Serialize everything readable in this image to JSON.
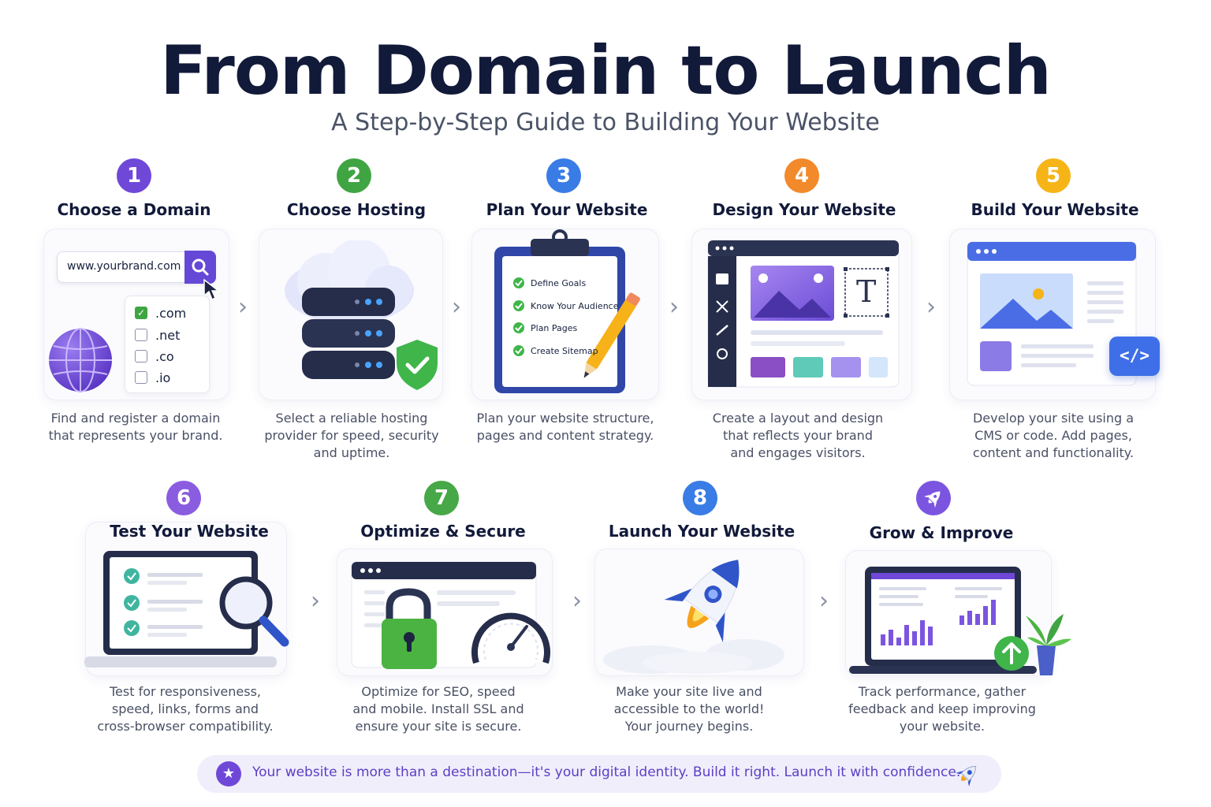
{
  "title": "From Domain to Launch",
  "subtitle": "A Step-by-Step Guide to Building Your Website",
  "colors": {
    "step1": "#6f48d8",
    "step2": "#3fa543",
    "step3": "#3a7ce6",
    "step4": "#f2892a",
    "step5": "#f6b417",
    "step6": "#8a5ce0",
    "step7": "#47a847",
    "step8": "#3a7ce6",
    "step9": "#7b55e0"
  },
  "steps": [
    {
      "number": "1",
      "title": "Choose a Domain",
      "desc": [
        "Find and register a domain",
        "that represents your brand."
      ]
    },
    {
      "number": "2",
      "title": "Choose Hosting",
      "desc": [
        "Select a reliable hosting",
        "provider for speed, security",
        "and uptime."
      ]
    },
    {
      "number": "3",
      "title": "Plan Your Website",
      "desc": [
        "Plan your website structure,",
        "pages and content strategy."
      ]
    },
    {
      "number": "4",
      "title": "Design Your Website",
      "desc": [
        "Create a layout and design",
        "that reflects your brand",
        "and engages visitors."
      ]
    },
    {
      "number": "5",
      "title": "Build Your Website",
      "desc": [
        "Develop your site using a",
        "CMS or code. Add pages,",
        "content and functionality."
      ]
    },
    {
      "number": "6",
      "title": "Test Your Website",
      "desc": [
        "Test for responsiveness,",
        "speed, links, forms and",
        "cross-browser compatibility."
      ]
    },
    {
      "number": "7",
      "title": "Optimize & Secure",
      "desc": [
        "Optimize for SEO, speed",
        "and mobile. Install SSL and",
        "ensure your site is secure."
      ]
    },
    {
      "number": "8",
      "title": "Launch Your Website",
      "desc": [
        "Make your site live and",
        "accessible to the world!",
        "Your journey begins."
      ]
    },
    {
      "number": "",
      "title": "Grow & Improve",
      "desc": [
        "Track performance, gather",
        "feedback and keep improving",
        "your website."
      ]
    }
  ],
  "domain_card": {
    "url": "www.yourbrand.com",
    "extensions": [
      ".com",
      ".net",
      ".co",
      ".io"
    ]
  },
  "plan_card": {
    "items": [
      "Define Goals",
      "Know Your Audience",
      "Plan Pages",
      "Create Sitemap"
    ]
  },
  "design_card": {
    "text_glyph": "T"
  },
  "build_card": {
    "code_glyph": "</>"
  },
  "banner": {
    "text": "Your website is more than a destination—it's your digital identity. Build it right. Launch it with confidence."
  }
}
